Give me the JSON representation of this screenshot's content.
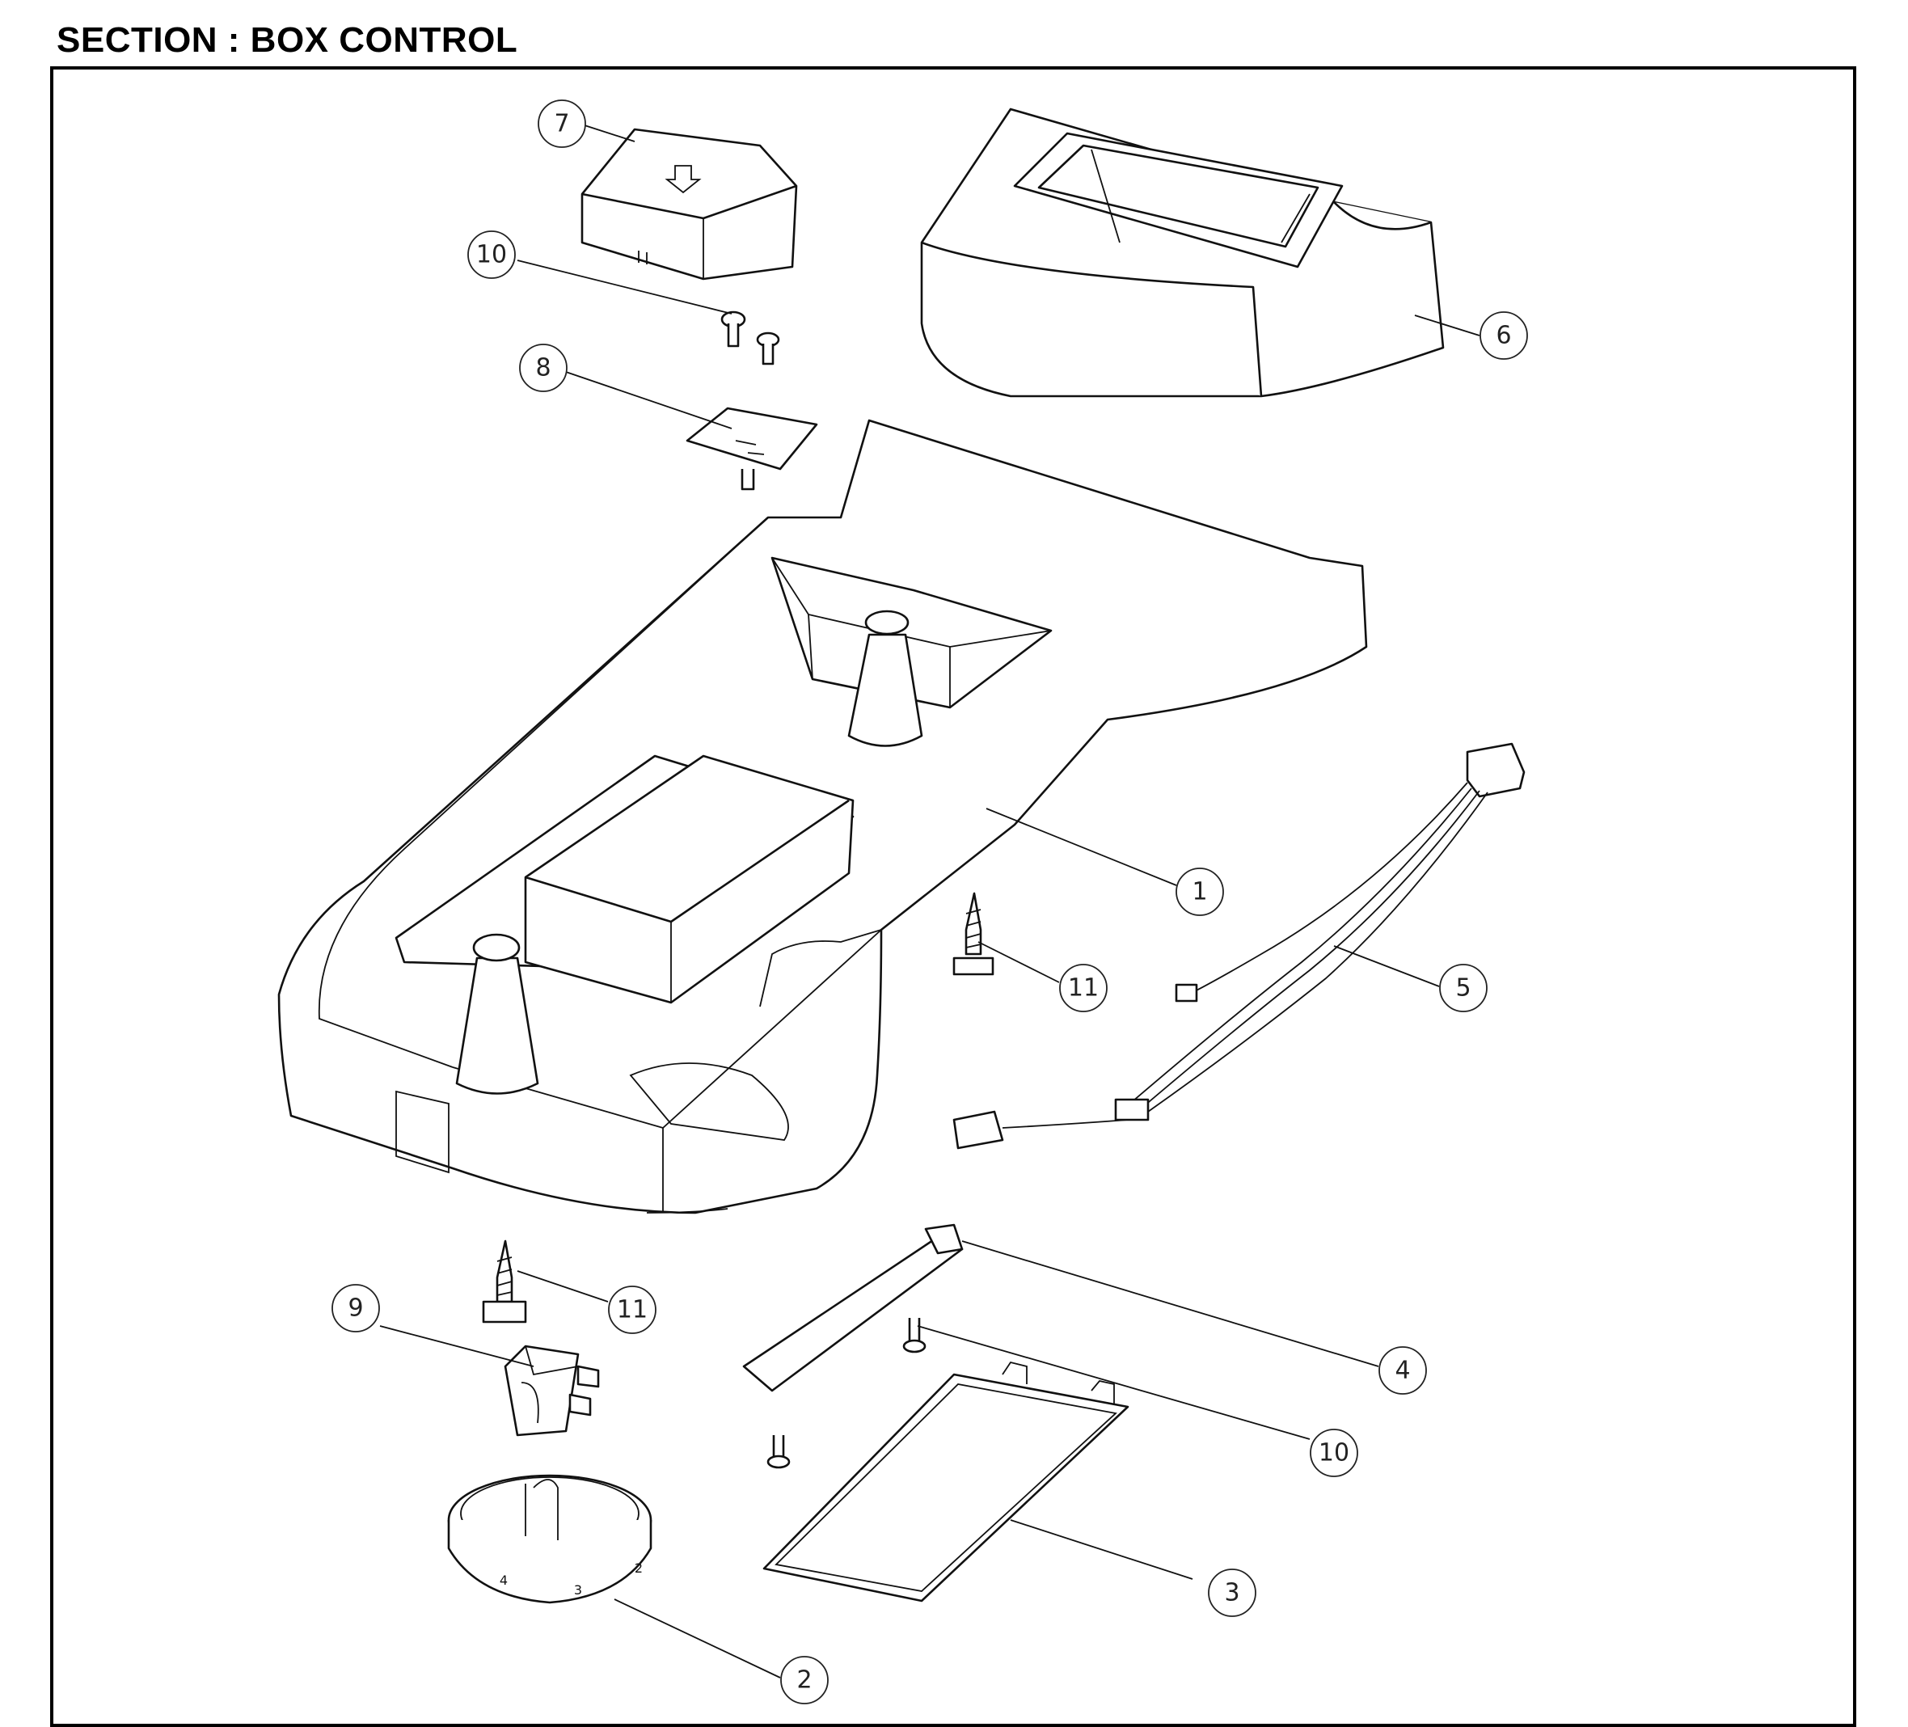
{
  "title": "SECTION : BOX CONTROL",
  "callouts": [
    {
      "id": "c7",
      "num": "7"
    },
    {
      "id": "c10a",
      "num": "10"
    },
    {
      "id": "c8",
      "num": "8"
    },
    {
      "id": "c6",
      "num": "6"
    },
    {
      "id": "c1",
      "num": "1"
    },
    {
      "id": "c11a",
      "num": "11"
    },
    {
      "id": "c5",
      "num": "5"
    },
    {
      "id": "c11b",
      "num": "11"
    },
    {
      "id": "c9",
      "num": "9"
    },
    {
      "id": "c4",
      "num": "4"
    },
    {
      "id": "c10b",
      "num": "10"
    },
    {
      "id": "c3",
      "num": "3"
    },
    {
      "id": "c2",
      "num": "2"
    }
  ],
  "dial_scale": [
    "4",
    "3",
    "2"
  ]
}
